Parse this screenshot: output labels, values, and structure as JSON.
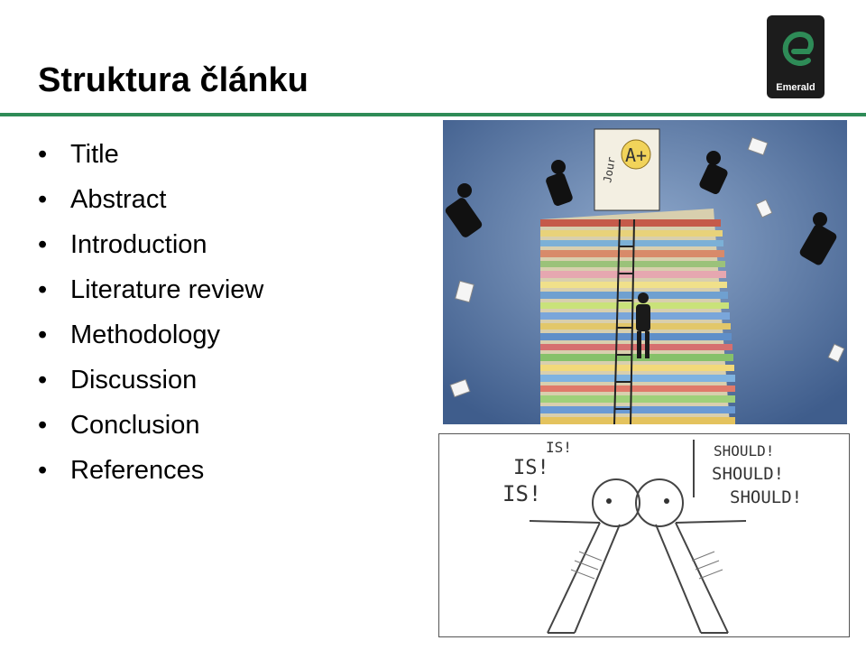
{
  "slide": {
    "title": "Struktura článku",
    "bullets": [
      "Title",
      "Abstract",
      "Introduction",
      "Literature review",
      "Methodology",
      "Discussion",
      "Conclusion",
      "References"
    ]
  },
  "logo": {
    "text": "Emerald",
    "accent": "#2e8b57",
    "background": "#1c1c1c"
  },
  "illustration_top": {
    "icon": "journal-tower-illustration",
    "sign_text": "A+",
    "journal_text": "Jour"
  },
  "illustration_bottom": {
    "icon": "is-should-illustration",
    "left_words": [
      "IS!",
      "IS!",
      "IS!"
    ],
    "right_words": [
      "SHOULD!",
      "SHOULD!",
      "SHOULD!"
    ]
  },
  "colors": {
    "rule": "#2e8b57",
    "sky": "#4a6a9a"
  }
}
